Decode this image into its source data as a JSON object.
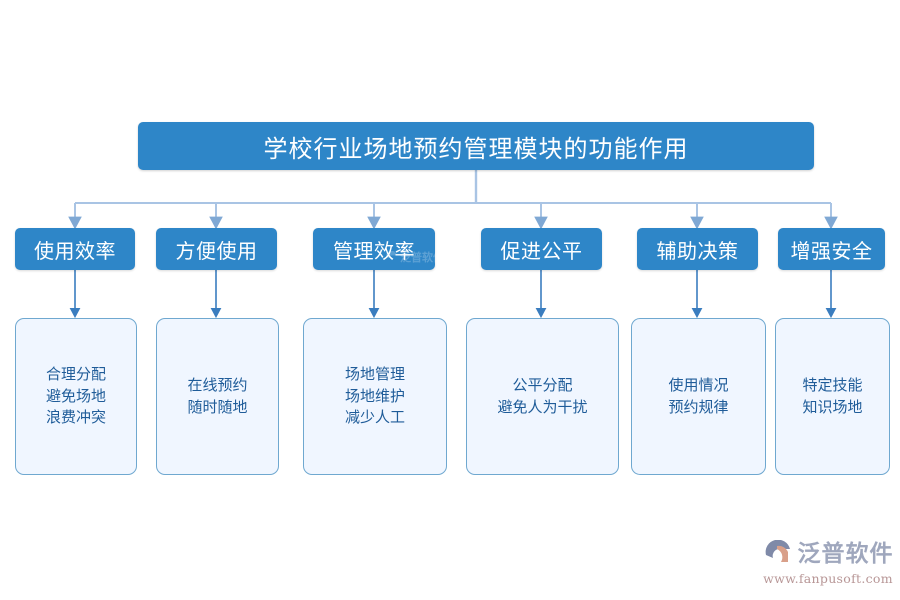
{
  "diagram": {
    "type": "tree-org-chart",
    "title": "学校行业场地预约管理模块的功能作用",
    "colors": {
      "node_blue": "#2E86C8",
      "leaf_fill": "#F0F6FF",
      "leaf_border": "#6FA8D0",
      "leaf_text": "#1F5C99",
      "connector": "#A9C4E4",
      "arrow": "#3A7DBF"
    },
    "branches": [
      {
        "label": "使用效率",
        "detail": "合理分配\n避免场地\n浪费冲突"
      },
      {
        "label": "方便使用",
        "detail": "在线预约\n随时随地"
      },
      {
        "label": "管理效率",
        "detail": "场地管理\n场地维护\n减少人工"
      },
      {
        "label": "促进公平",
        "detail": "公平分配\n避免人为干扰"
      },
      {
        "label": "辅助决策",
        "detail": "使用情况\n预约规律"
      },
      {
        "label": "增强安全",
        "detail": "特定技能\n知识场地"
      }
    ]
  },
  "watermark": {
    "brand": "泛普软件",
    "url": "www.fanpusoft.com"
  }
}
